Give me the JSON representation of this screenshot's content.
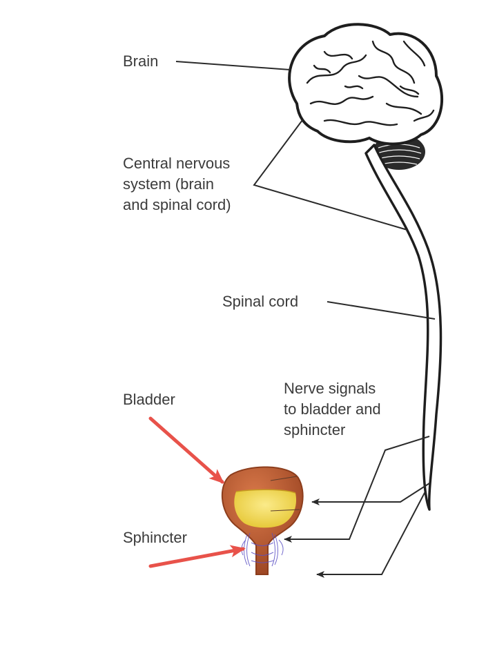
{
  "labels": {
    "brain": "Brain",
    "cns": [
      "Central nervous",
      "system (brain",
      "and spinal cord)"
    ],
    "spinal_cord": "Spinal cord",
    "nerve_signals": [
      "Nerve signals",
      "to bladder and",
      "sphincter"
    ],
    "bladder": "Bladder",
    "sphincter": "Sphincter"
  },
  "colors": {
    "text": "#3b3b3b",
    "line": "#2a2a2a",
    "pointer_arrow": "#e8524a",
    "bladder_wall": "#b85a2c",
    "urine": "#f1d54a",
    "sphincter_fibers": "#5a4fc4"
  }
}
